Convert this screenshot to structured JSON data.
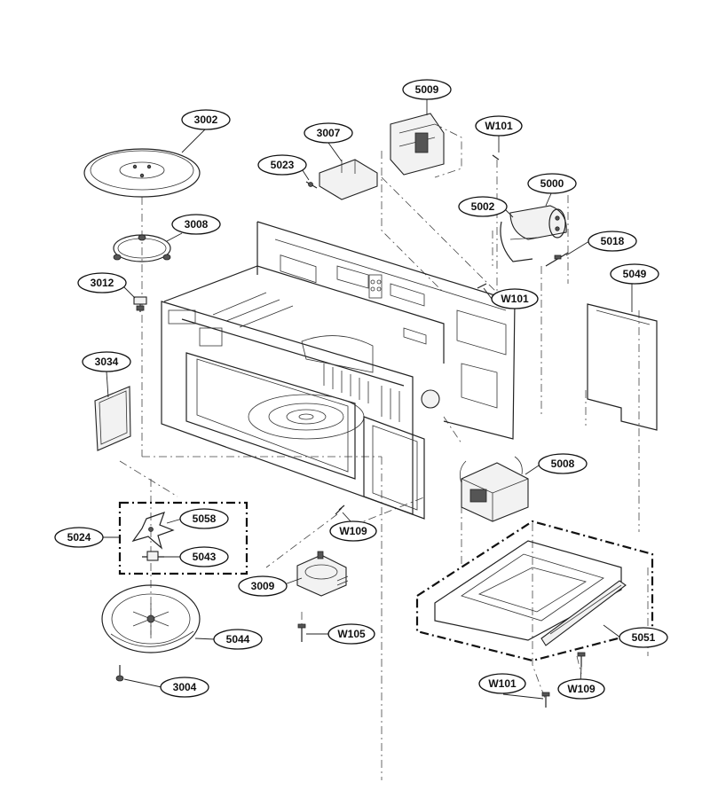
{
  "callouts": [
    {
      "id": "5009",
      "label": "5009"
    },
    {
      "id": "w101-top",
      "label": "W101"
    },
    {
      "id": "3002",
      "label": "3002"
    },
    {
      "id": "3007",
      "label": "3007"
    },
    {
      "id": "5023",
      "label": "5023"
    },
    {
      "id": "5000",
      "label": "5000"
    },
    {
      "id": "5002",
      "label": "5002"
    },
    {
      "id": "3008",
      "label": "3008"
    },
    {
      "id": "5018",
      "label": "5018"
    },
    {
      "id": "3012",
      "label": "3012"
    },
    {
      "id": "w101-mid",
      "label": "W101"
    },
    {
      "id": "5049",
      "label": "5049"
    },
    {
      "id": "3034",
      "label": "3034"
    },
    {
      "id": "5008",
      "label": "5008"
    },
    {
      "id": "5058",
      "label": "5058"
    },
    {
      "id": "w109-left",
      "label": "W109"
    },
    {
      "id": "5024",
      "label": "5024"
    },
    {
      "id": "5043",
      "label": "5043"
    },
    {
      "id": "3009",
      "label": "3009"
    },
    {
      "id": "w105",
      "label": "W105"
    },
    {
      "id": "5044",
      "label": "5044"
    },
    {
      "id": "5051",
      "label": "5051"
    },
    {
      "id": "w101-bottom",
      "label": "W101"
    },
    {
      "id": "3004",
      "label": "3004"
    },
    {
      "id": "w109-right",
      "label": "W109"
    }
  ]
}
